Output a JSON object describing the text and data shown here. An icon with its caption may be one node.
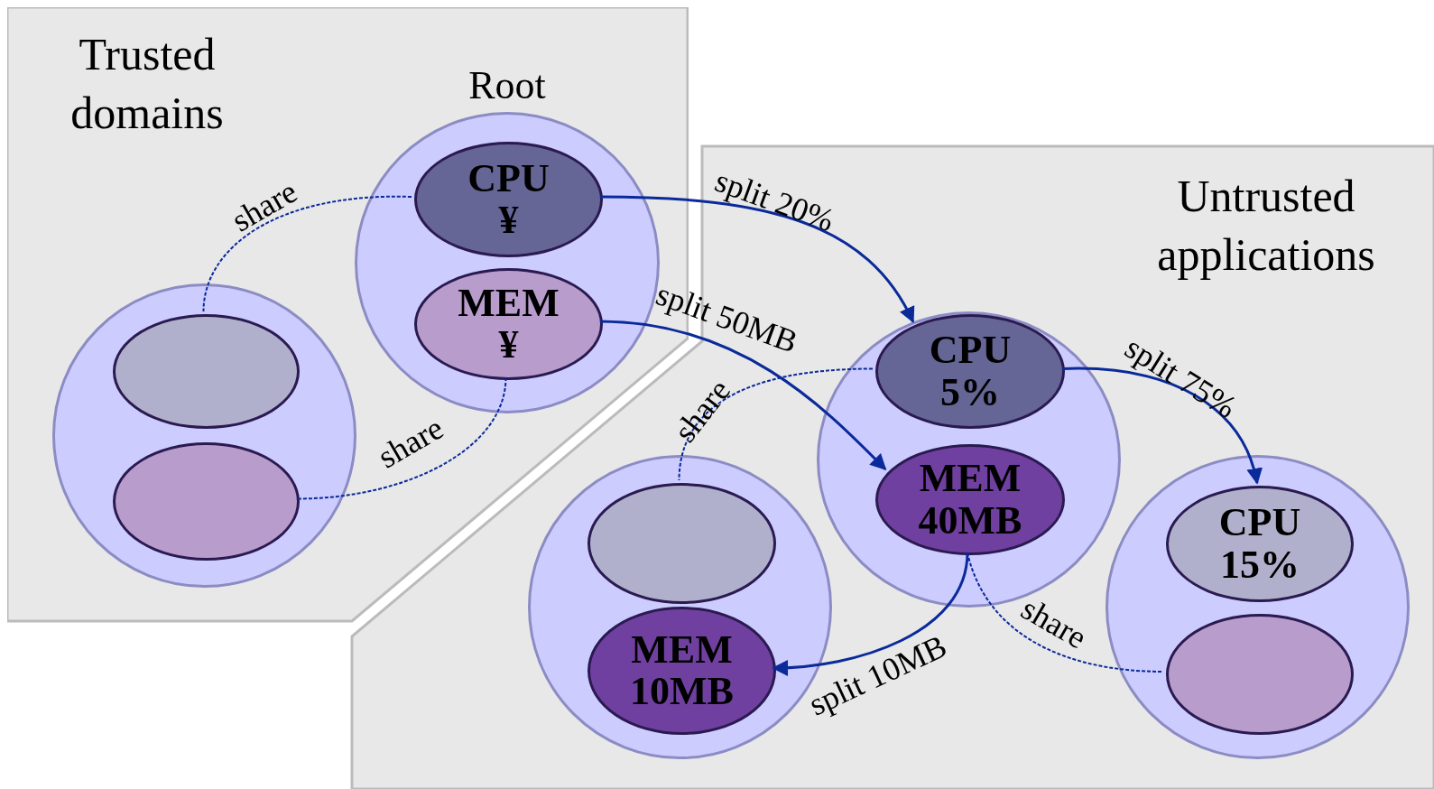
{
  "diagram": {
    "nodes": [
      {
        "text": [
          "Trusted domains"
        ]
      },
      {
        "text": [
          "Root"
        ],
        "in": 0
      },
      {
        "text": [
          "CPU ¥"
        ],
        "in": 1
      },
      {
        "text": [
          "MEM ¥"
        ],
        "in": 1
      },
      {
        "text": [],
        "shape": "circle",
        "in": 0
      },
      {
        "text": [],
        "shape": "ellipse",
        "in": 4
      },
      {
        "text": [],
        "shape": "ellipse",
        "in": 4
      },
      {
        "text": [
          "Untrusted applications"
        ]
      },
      {
        "text": [],
        "shape": "circle",
        "in": 7
      },
      {
        "text": [
          "CPU 5%"
        ],
        "in": 8
      },
      {
        "text": [
          "MEM 40MB"
        ],
        "in": 8
      },
      {
        "text": [],
        "shape": "circle",
        "in": 7
      },
      {
        "text": [],
        "shape": "ellipse",
        "in": 11
      },
      {
        "text": [
          "MEM 10MB"
        ],
        "in": 11
      },
      {
        "text": [],
        "shape": "circle",
        "in": 7
      },
      {
        "text": [
          "CPU 15%"
        ],
        "in": 14
      },
      {
        "text": [],
        "shape": "ellipse",
        "in": 14
      }
    ],
    "edges": [
      {
        "from": 2,
        "to": 9,
        "arrow": "to",
        "label": "split 20%"
      },
      {
        "from": 3,
        "to": 10,
        "arrow": "to",
        "label": "split 50MB"
      },
      {
        "from": 2,
        "to": 5,
        "arrow": "none",
        "label": "share",
        "style": "dashed"
      },
      {
        "from": 3,
        "to": 6,
        "arrow": "none",
        "label": "share",
        "style": "dashed"
      },
      {
        "from": 9,
        "to": 15,
        "arrow": "to",
        "label": "split 75%"
      },
      {
        "from": 9,
        "to": 12,
        "arrow": "none",
        "label": "share",
        "style": "dashed"
      },
      {
        "from": 10,
        "to": 13,
        "arrow": "to",
        "label": "split 10MB"
      },
      {
        "from": 10,
        "to": 16,
        "arrow": "none",
        "label": "share",
        "style": "dashed"
      }
    ]
  }
}
